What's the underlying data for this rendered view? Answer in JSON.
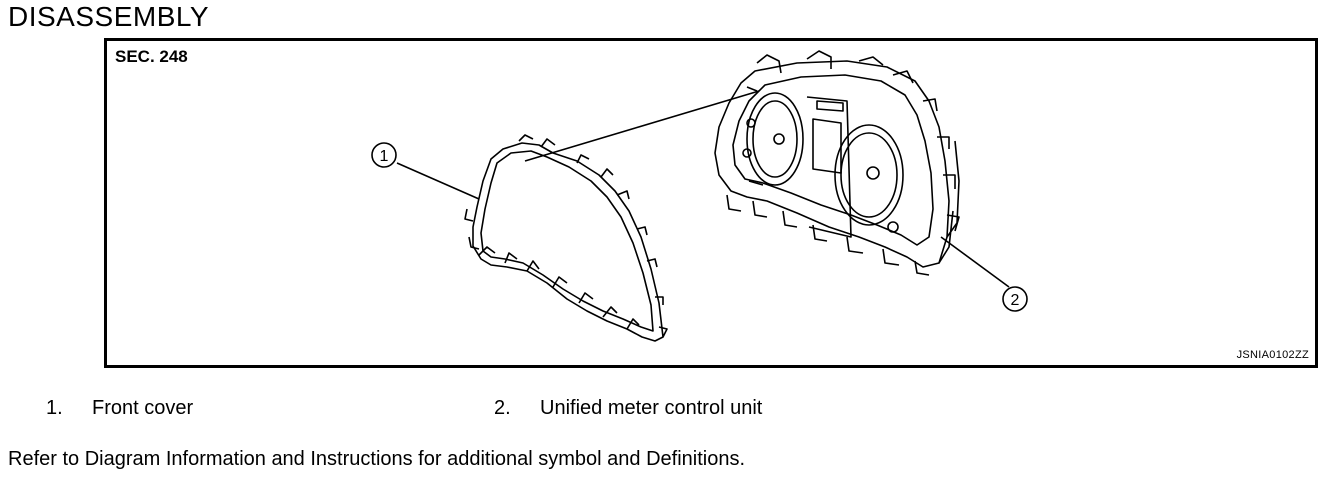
{
  "title": "DISASSEMBLY",
  "figure": {
    "section": "SEC. 248",
    "code": "JSNIA0102ZZ",
    "callouts": [
      "1",
      "2"
    ]
  },
  "legend": [
    {
      "number": "1.",
      "label": "Front cover"
    },
    {
      "number": "2.",
      "label": "Unified meter control unit"
    }
  ],
  "footnote": "Refer to Diagram Information and Instructions for additional symbol  and Definitions."
}
